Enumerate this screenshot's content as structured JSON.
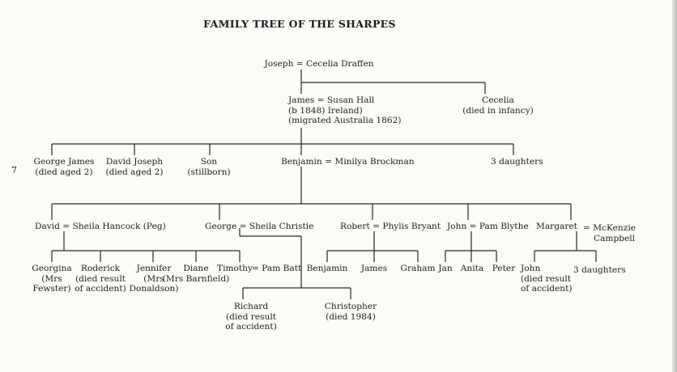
{
  "title": "FAMILY TREE OF THE SHARPES",
  "side_mark": "7",
  "gen1": {
    "couple": "Joseph = Cecelia Draffen"
  },
  "gen2": {
    "james": [
      "James = Susan Hall",
      "(b 1848) Ireland)",
      "(migrated Australia 1862)"
    ],
    "cecelia": [
      "Cecelia",
      "(died in infancy)"
    ]
  },
  "gen3": {
    "george_james": [
      "George James",
      "(died aged 2)"
    ],
    "david_joseph": [
      "David Joseph",
      "(died aged 2)"
    ],
    "son": [
      "Son",
      "(stillborn)"
    ],
    "benjamin": "Benjamin = Minilya Brockman",
    "daughters": "3 daughters"
  },
  "gen4": {
    "david": "David = Sheila Hancock (Peg)",
    "george": "George = Sheila Christie",
    "robert": "Robert = Phylis Bryant",
    "john": "John = Pam Blythe",
    "margaret": "Margaret",
    "mckenzie": [
      "= McKenzie",
      "Campbell"
    ]
  },
  "gen5": {
    "georgina": [
      "Georgina",
      "(Mrs",
      "Fewster)"
    ],
    "roderick": [
      "Roderick",
      "(died result",
      "of accident)"
    ],
    "jennifer": [
      "Jennifer",
      "(Mrs",
      "Donaldson)"
    ],
    "diane": [
      "Diane",
      "(Mrs Barnfield)"
    ],
    "timothy": "Timothy",
    "pam_batt": "= Pam Batt",
    "benjamin": "Benjamin",
    "james": "James",
    "graham": "Graham",
    "jan": "Jan",
    "anita": "Anita",
    "peter": "Peter",
    "john": [
      "John",
      "(died result",
      "of accident)"
    ],
    "daughters": "3 daughters"
  },
  "gen6": {
    "richard": [
      "Richard",
      "(died result",
      "of accident)"
    ],
    "christopher": [
      "Christopher",
      "(died 1984)"
    ]
  }
}
